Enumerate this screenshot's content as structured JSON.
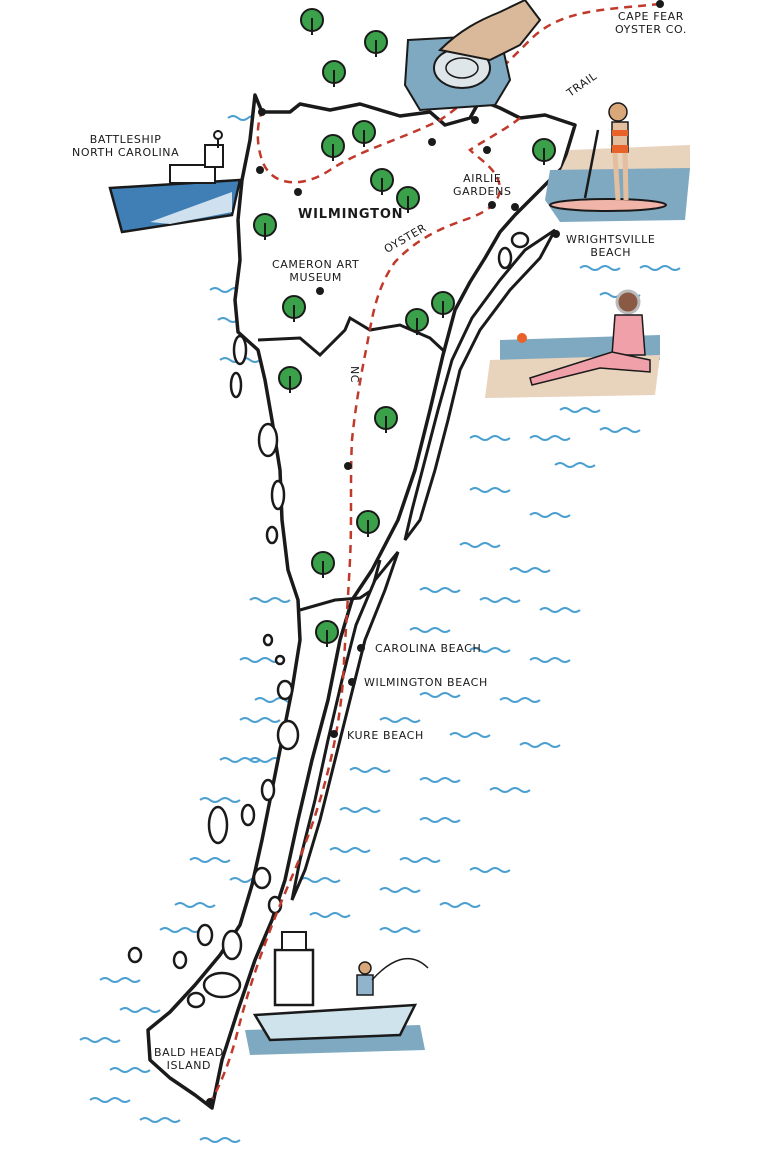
{
  "labels": {
    "cape_fear_oyster": [
      "CAPE FEAR",
      "OYSTER CO."
    ],
    "trail": "TRAIL",
    "battleship": [
      "BATTLESHIP",
      "NORTH CAROLINA"
    ],
    "airlie": [
      "AIRLIE",
      "GARDENS"
    ],
    "wilmington": "WILMINGTON",
    "wrightsville": [
      "WRIGHTSVILLE",
      "BEACH"
    ],
    "cameron": [
      "CAMERON ART",
      "MUSEUM"
    ],
    "oyster": "OYSTER",
    "nc": "NC",
    "carolina_beach": "CAROLINA BEACH",
    "wilmington_beach": "WILMINGTON BEACH",
    "kure_beach": "KURE BEACH",
    "bald_head": [
      "BALD HEAD",
      "ISLAND"
    ]
  },
  "colors": {
    "outline": "#1a1a1a",
    "trail": "#c0392b",
    "tree": "#3aa14a",
    "water": "#4a9fd0",
    "illustration_water": "#7fa9c0",
    "sand": "#e8d3bd",
    "skin": "#e3bfa0",
    "swimsuit": "#e8622a"
  }
}
